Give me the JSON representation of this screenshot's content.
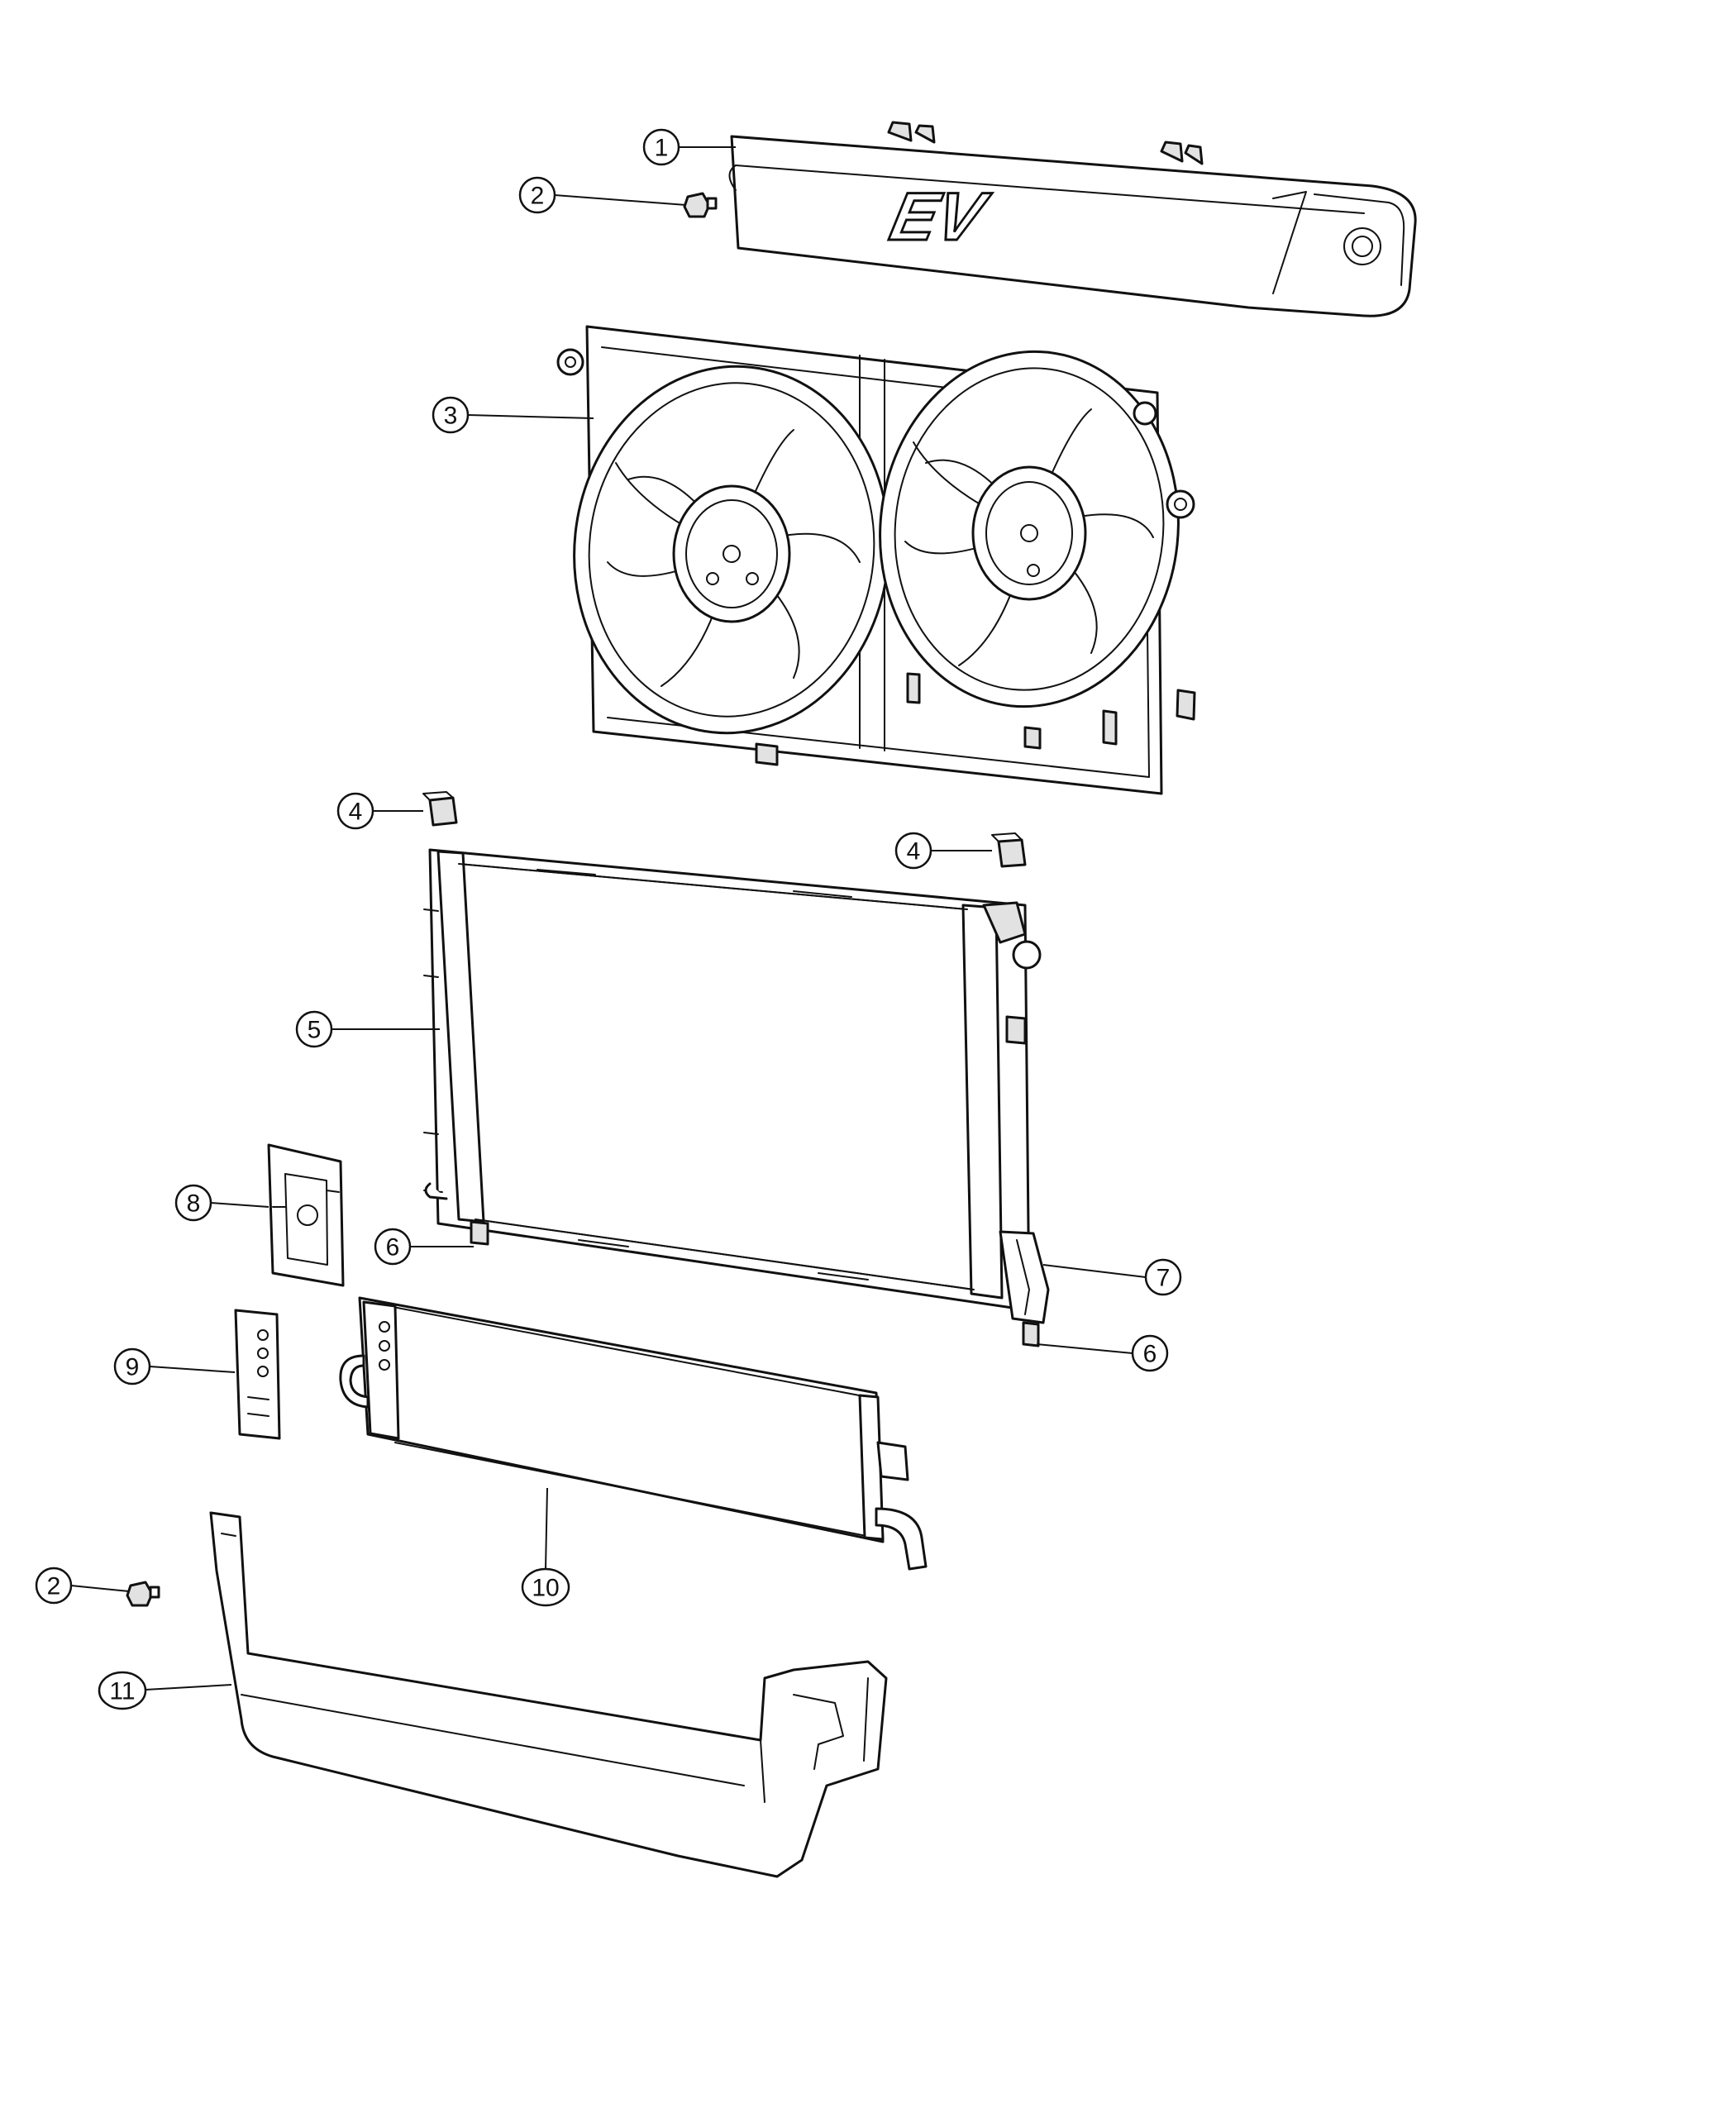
{
  "diagram": {
    "emblem_text": "EV",
    "callouts": [
      {
        "id": "c1",
        "label": "1"
      },
      {
        "id": "c2a",
        "label": "2"
      },
      {
        "id": "c3",
        "label": "3"
      },
      {
        "id": "c4a",
        "label": "4"
      },
      {
        "id": "c4b",
        "label": "4"
      },
      {
        "id": "c5",
        "label": "5"
      },
      {
        "id": "c6a",
        "label": "6"
      },
      {
        "id": "c7",
        "label": "7"
      },
      {
        "id": "c6b",
        "label": "6"
      },
      {
        "id": "c8",
        "label": "8"
      },
      {
        "id": "c9",
        "label": "9"
      },
      {
        "id": "c10",
        "label": "10"
      },
      {
        "id": "c2b",
        "label": "2"
      },
      {
        "id": "c11",
        "label": "11"
      }
    ]
  }
}
